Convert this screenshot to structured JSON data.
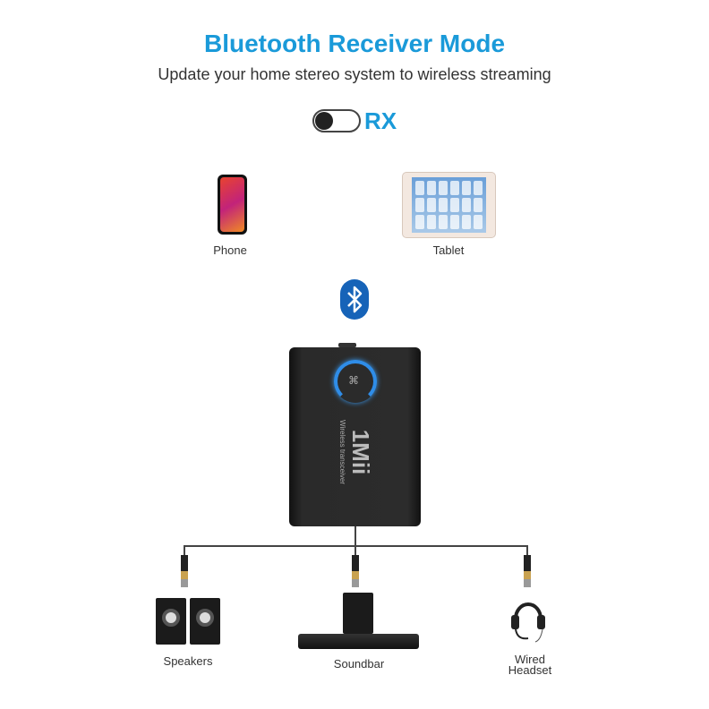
{
  "header": {
    "title": "Bluetooth Receiver Mode",
    "subtitle": "Update your home stereo system to wireless streaming"
  },
  "mode": {
    "label": "RX",
    "toggle_state": "off"
  },
  "sources": [
    {
      "label": "Phone",
      "icon": "smartphone-icon"
    },
    {
      "label": "Tablet",
      "icon": "tablet-icon"
    }
  ],
  "connection": {
    "icon": "bluetooth-icon"
  },
  "device": {
    "brand": "1Mii",
    "subtitle": "Wireless transceiver"
  },
  "outputs": [
    {
      "label": "Speakers",
      "icon": "speakers-icon"
    },
    {
      "label": "Soundbar",
      "icon": "soundbar-icon"
    },
    {
      "label_line1": "Wired",
      "label_line2": "Headset",
      "icon": "headset-icon"
    }
  ],
  "colors": {
    "accent": "#1a9ad9",
    "bluetooth": "#1663b8",
    "ring": "#2f8de8"
  }
}
